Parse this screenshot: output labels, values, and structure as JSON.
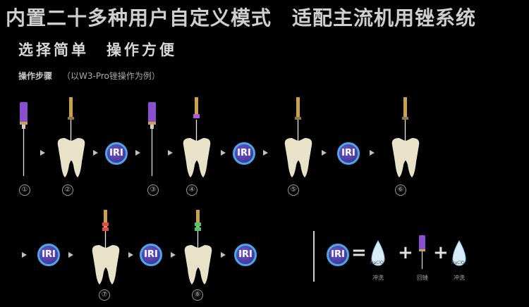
{
  "title": "内置二十多种用户自定义模式　适配主流机用锉系统",
  "subtitle": "选择简单　操作方便",
  "steps_label": "操作步骤",
  "steps_note": "（以W3-Pro锉操作为例）",
  "iri_label": "IRI",
  "step_numbers": [
    "①",
    "②",
    "③",
    "④",
    "⑤",
    "⑥",
    "⑦",
    "⑧"
  ],
  "legend": {
    "equals": "=",
    "plus": "+",
    "naclo": "NaClO",
    "rinse": "冲洗",
    "recap": "回锉"
  }
}
